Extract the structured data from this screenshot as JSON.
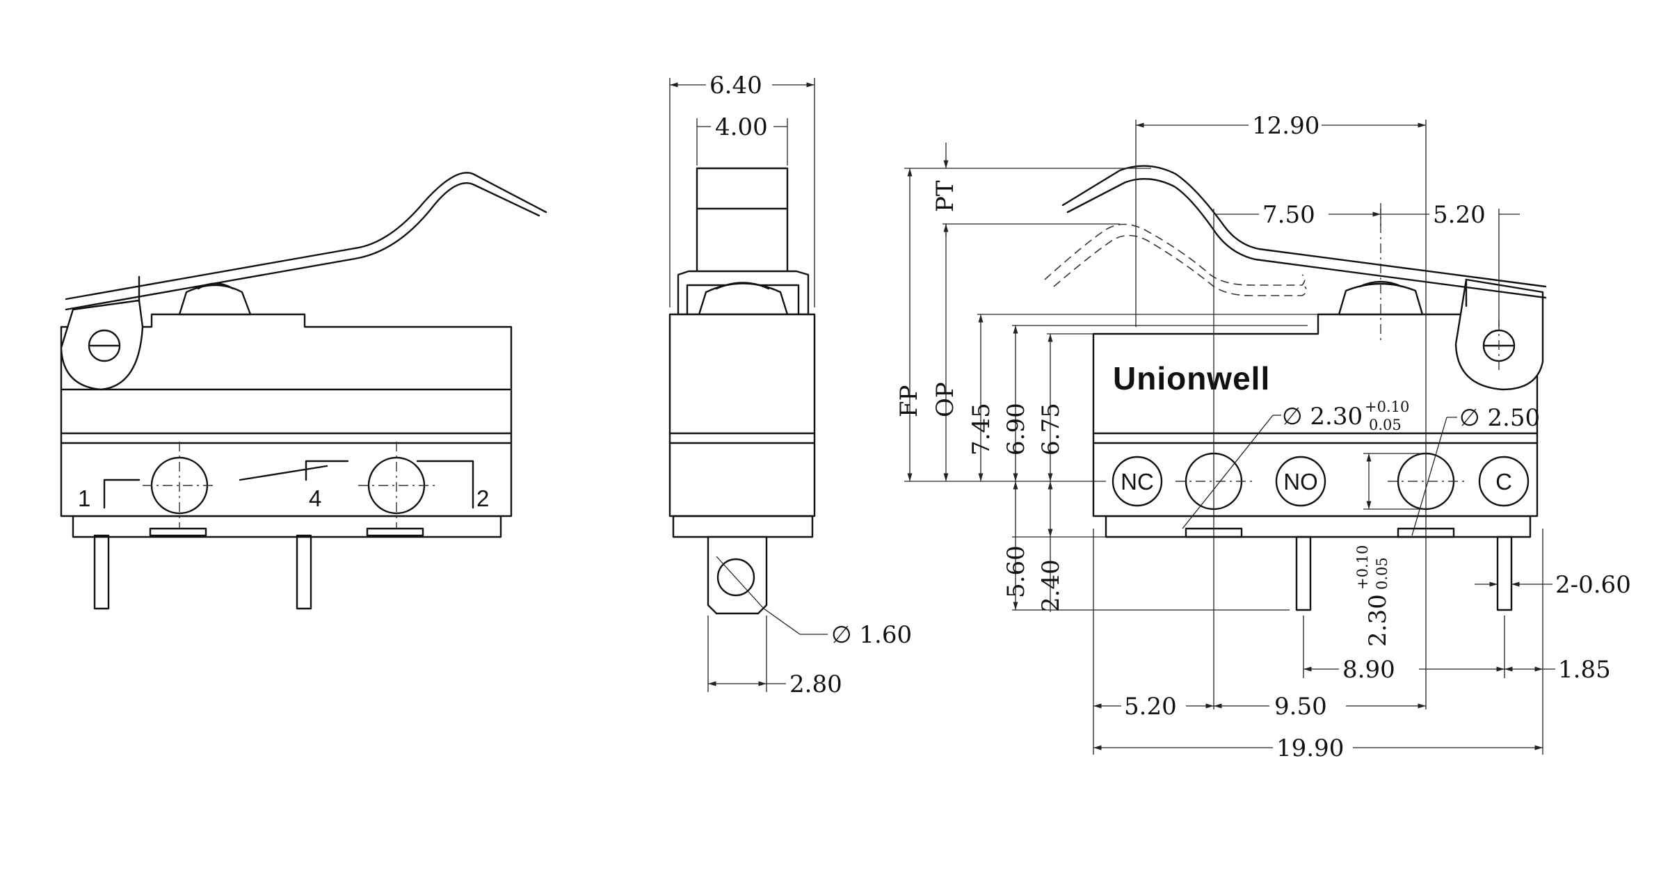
{
  "brand": "Unionwell",
  "left_view": {
    "terminal_labels": [
      "1",
      "4",
      "2"
    ]
  },
  "side_view": {
    "dim_width": "6.40",
    "dim_actuator_width": "4.00",
    "dim_hole": "∅ 1.60",
    "dim_tab": "2.80"
  },
  "front_view": {
    "terminals": [
      "NC",
      "NO",
      "C"
    ],
    "dim_overall_length": "19.90",
    "dim_12_90": "12.90",
    "dim_7_50": "7.50",
    "dim_5_20_top": "5.20",
    "dim_5_20_bottom": "5.20",
    "dim_9_50": "9.50",
    "dim_8_90": "8.90",
    "dim_1_85": "1.85",
    "dim_pin_width": "2-0.60",
    "dim_hole_a": "∅ 2.30",
    "dim_hole_a_tol_upper": "+0.10",
    "dim_hole_a_tol_lower": "0.05",
    "dim_hole_b": "∅ 2.50",
    "dim_vert_2_30": "2.30",
    "dim_vert_2_30_tol_upper": "+0.10",
    "dim_vert_2_30_tol_lower": "0.05",
    "dim_fp": "FP",
    "dim_op": "OP",
    "dim_pt": "PT",
    "dim_7_45": "7.45",
    "dim_6_90": "6.90",
    "dim_6_75": "6.75",
    "dim_5_60": "5.60",
    "dim_2_40": "2.40"
  }
}
